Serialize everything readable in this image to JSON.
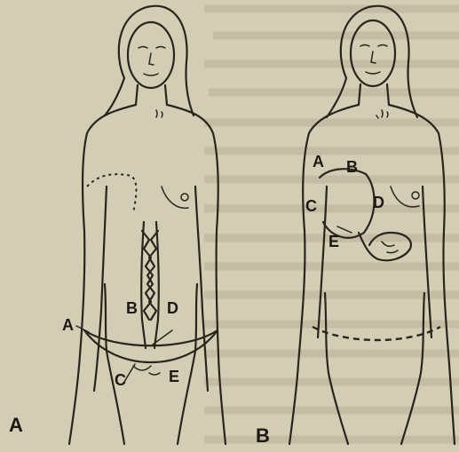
{
  "figure_a": {
    "panel_letter": "A",
    "labels": {
      "a": "A",
      "b": "B",
      "c": "C",
      "d": "D",
      "e": "E"
    }
  },
  "figure_b": {
    "panel_letter": "B",
    "labels": {
      "a": "A",
      "b": "B",
      "c": "C",
      "d": "D",
      "e": "E"
    }
  },
  "colors": {
    "ink": "#2a241b",
    "paper": "#d4cdb6",
    "bleed_text": "#b7af97"
  }
}
